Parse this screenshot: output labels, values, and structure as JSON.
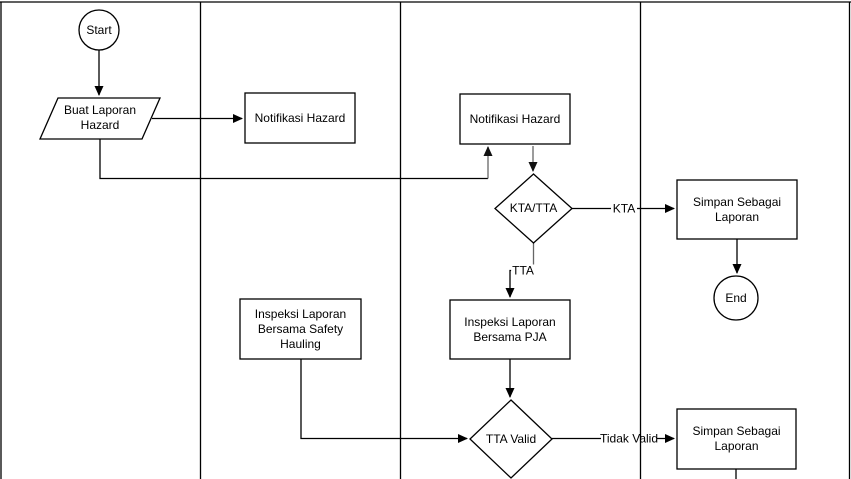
{
  "diagram": {
    "type": "flowchart-swimlane",
    "colors": {
      "background": "#ffffff",
      "shape_stroke": "#000000",
      "connector_black": "#000000",
      "connector_gray": "#666666",
      "text": "#000000"
    },
    "nodes": {
      "start": {
        "type": "circle",
        "label": "Start"
      },
      "buat_laporan": {
        "type": "parallelogram",
        "label": "Buat Laporan\nHazard"
      },
      "notifikasi_1": {
        "type": "process",
        "label": "Notifikasi Hazard"
      },
      "notifikasi_2": {
        "type": "process",
        "label": "Notifikasi Hazard"
      },
      "kta_tta": {
        "type": "decision",
        "label": "KTA/TTA"
      },
      "simpan_1": {
        "type": "process",
        "label": "Simpan Sebagai\nLaporan"
      },
      "end": {
        "type": "circle",
        "label": "End"
      },
      "inspeksi_safety": {
        "type": "process",
        "label": "Inspeksi Laporan\nBersama Safety\nHauling"
      },
      "inspeksi_pja": {
        "type": "process",
        "label": "Inspeksi Laporan\nBersama PJA"
      },
      "tta_valid": {
        "type": "decision",
        "label": "TTA Valid"
      },
      "simpan_2": {
        "type": "process",
        "label": "Simpan Sebagai\nLaporan"
      }
    },
    "edges": {
      "kta": {
        "label": "KTA"
      },
      "tta": {
        "label": "TTA"
      },
      "tidak_valid": {
        "label": "Tidak Valid"
      }
    }
  }
}
